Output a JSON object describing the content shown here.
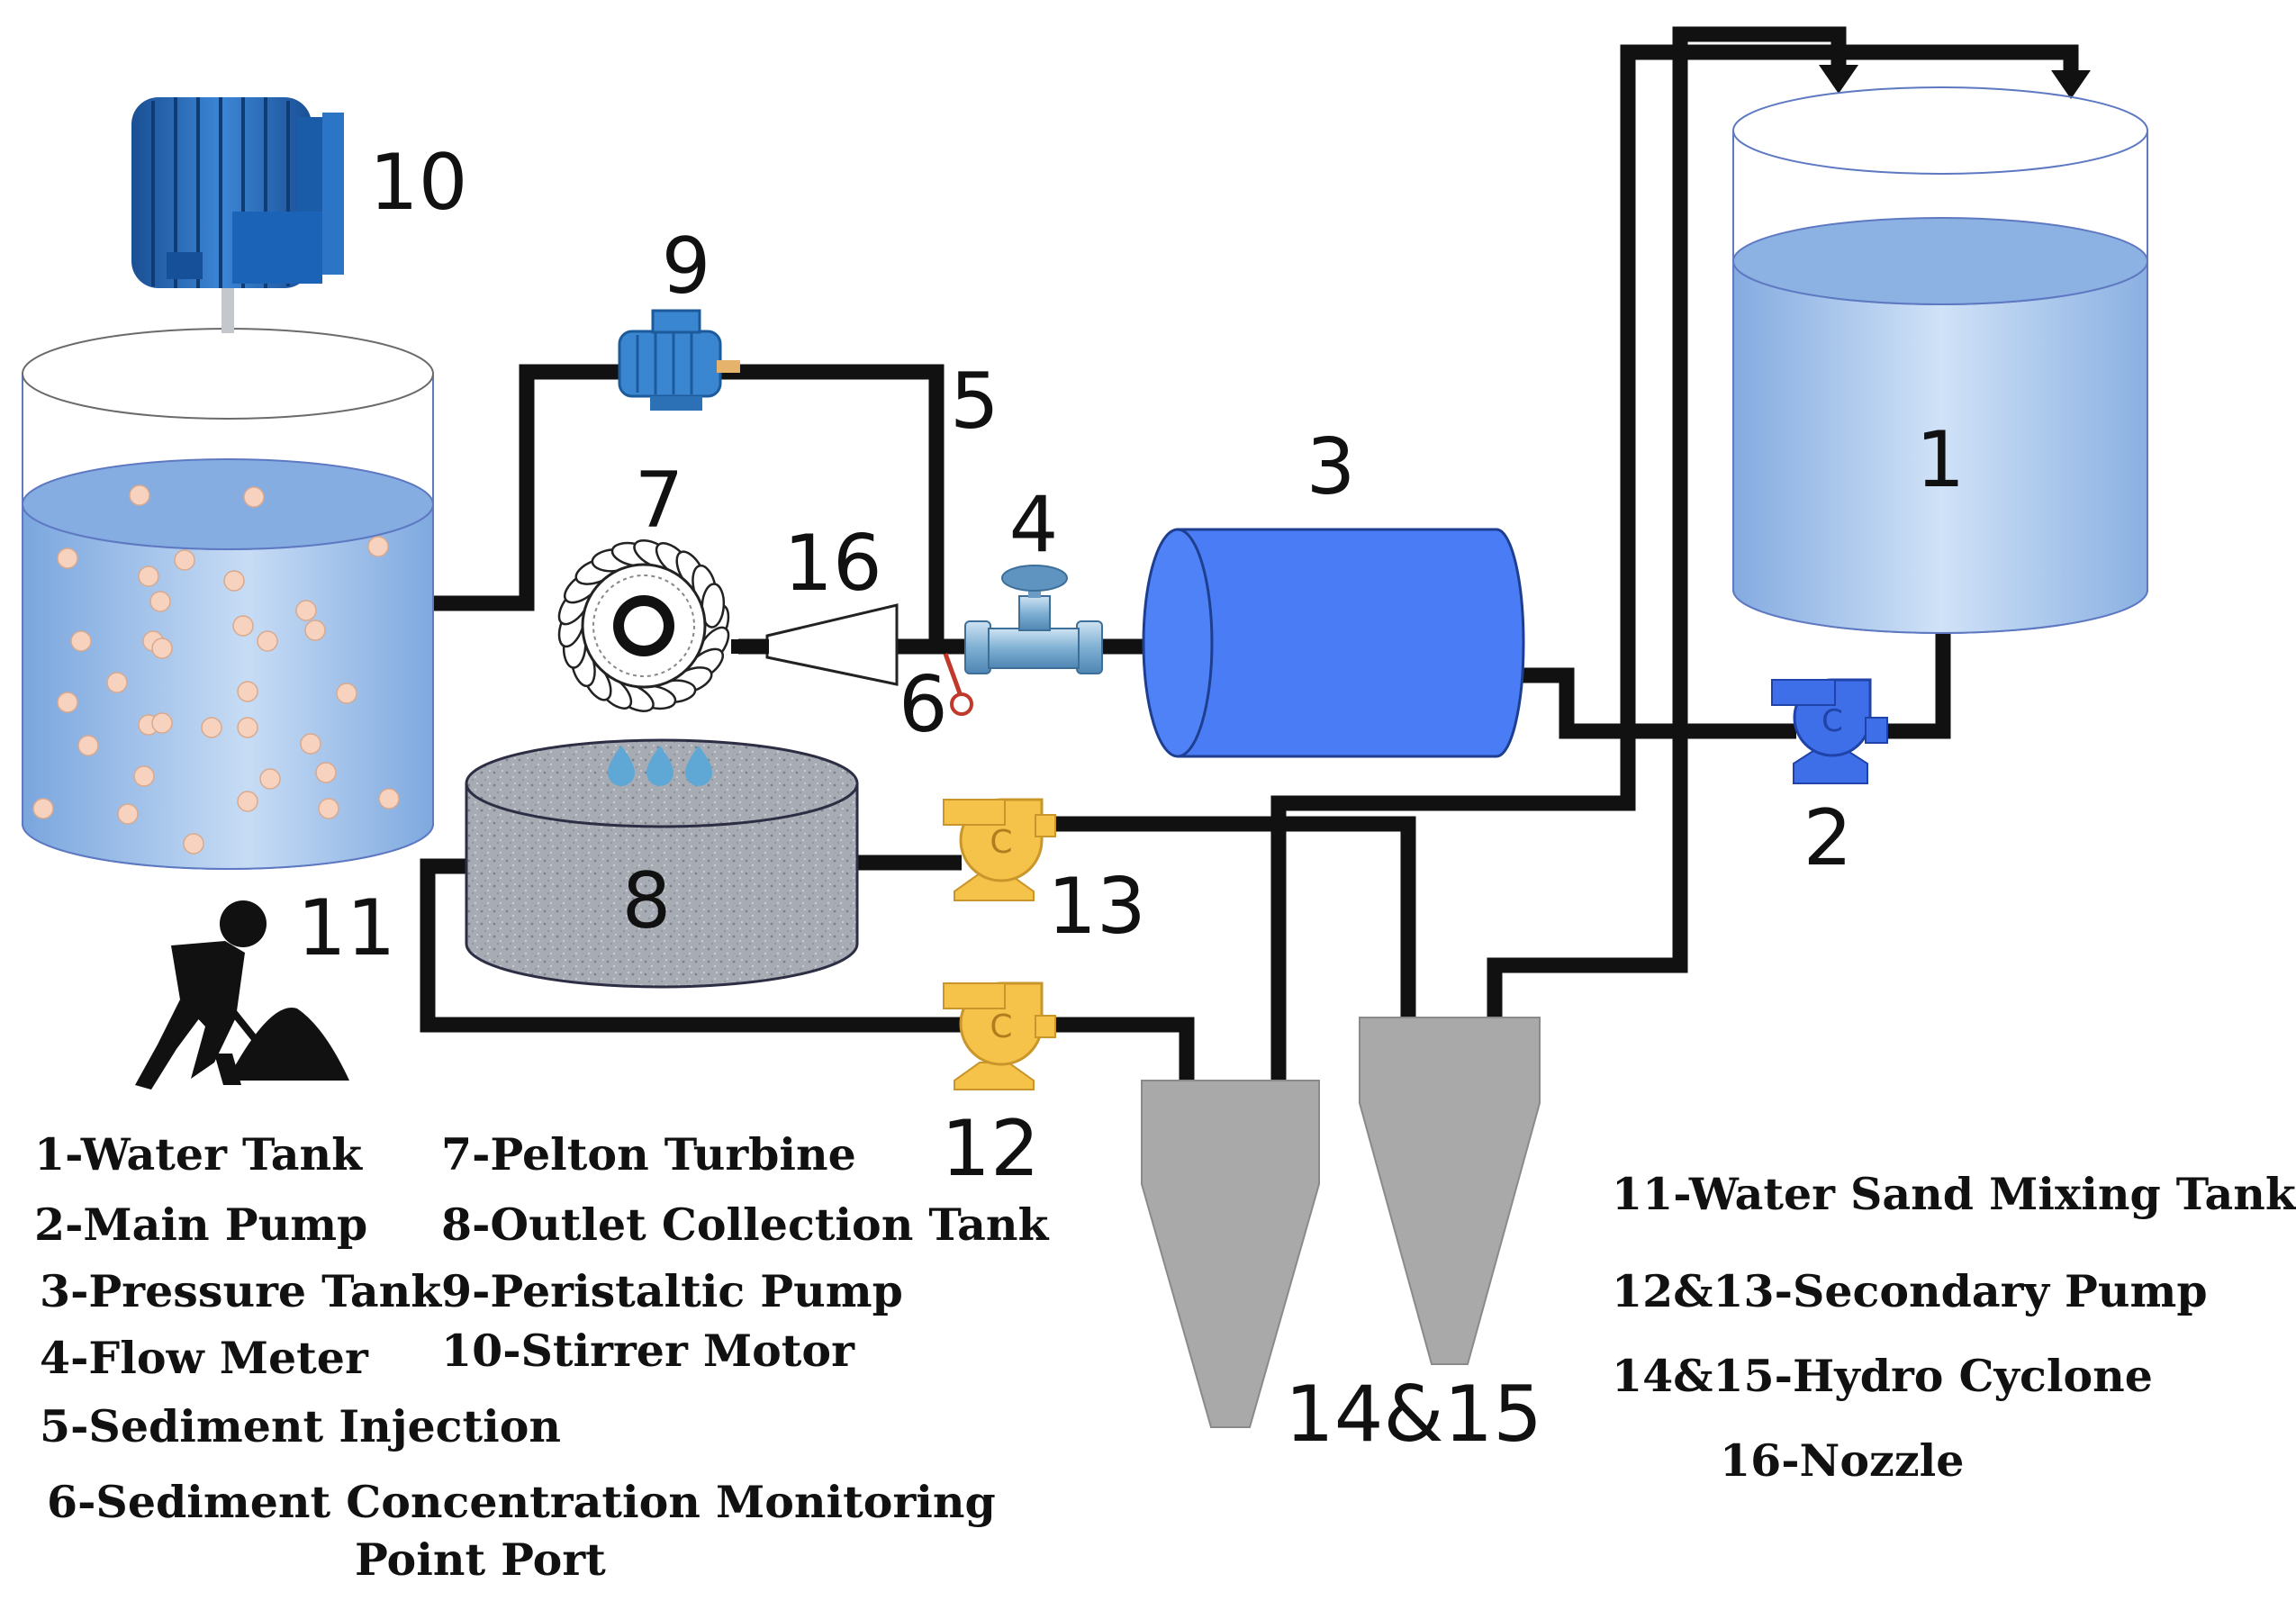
{
  "diagram": {
    "component_numbers": {
      "water_tank": "1",
      "main_pump": "2",
      "pressure_tank": "3",
      "flow_meter": "4",
      "sediment_injection": "5",
      "monitoring_port": "6",
      "pelton_turbine": "7",
      "outlet_tank": "8",
      "peristaltic_pump": "9",
      "stirrer_motor": "10",
      "mixing_tank": "11",
      "secondary_pump_lower": "12",
      "secondary_pump_upper": "13",
      "hydro_cyclones": "14&15",
      "nozzle": "16"
    },
    "colors": {
      "pipe": "#111111",
      "water": "#8fb6e6",
      "pressure_tank": "#4a7df5",
      "main_pump": "#3f6fe8",
      "secondary_pump": "#f5c24a",
      "cyclone": "#a9a9a9",
      "motor": "#1f63b5",
      "sand_particle": "#f7d3bf",
      "outlet_tank": "#a4a8b0"
    },
    "icons": [
      "stirrer-motor-icon",
      "peristaltic-pump-icon",
      "pelton-wheel-icon",
      "nozzle-icon",
      "flow-meter-valve-icon",
      "worker-shoveling-icon",
      "centrifugal-pump-icon",
      "hydro-cyclone-icon",
      "water-drops-icon"
    ]
  },
  "legend": {
    "left_column": [
      "1-Water Tank",
      "2-Main Pump",
      "3-Pressure Tank",
      "4-Flow Meter",
      "5-Sediment Injection",
      "6-Sediment Concentration Monitoring",
      "Point Port"
    ],
    "middle_column": [
      "7-Pelton Turbine",
      "8-Outlet Collection Tank",
      "9-Peristaltic Pump",
      "10-Stirrer Motor"
    ],
    "right_column": [
      "11-Water Sand Mixing Tank",
      "12&13-Secondary Pump",
      "14&15-Hydro Cyclone",
      "16-Nozzle"
    ]
  }
}
